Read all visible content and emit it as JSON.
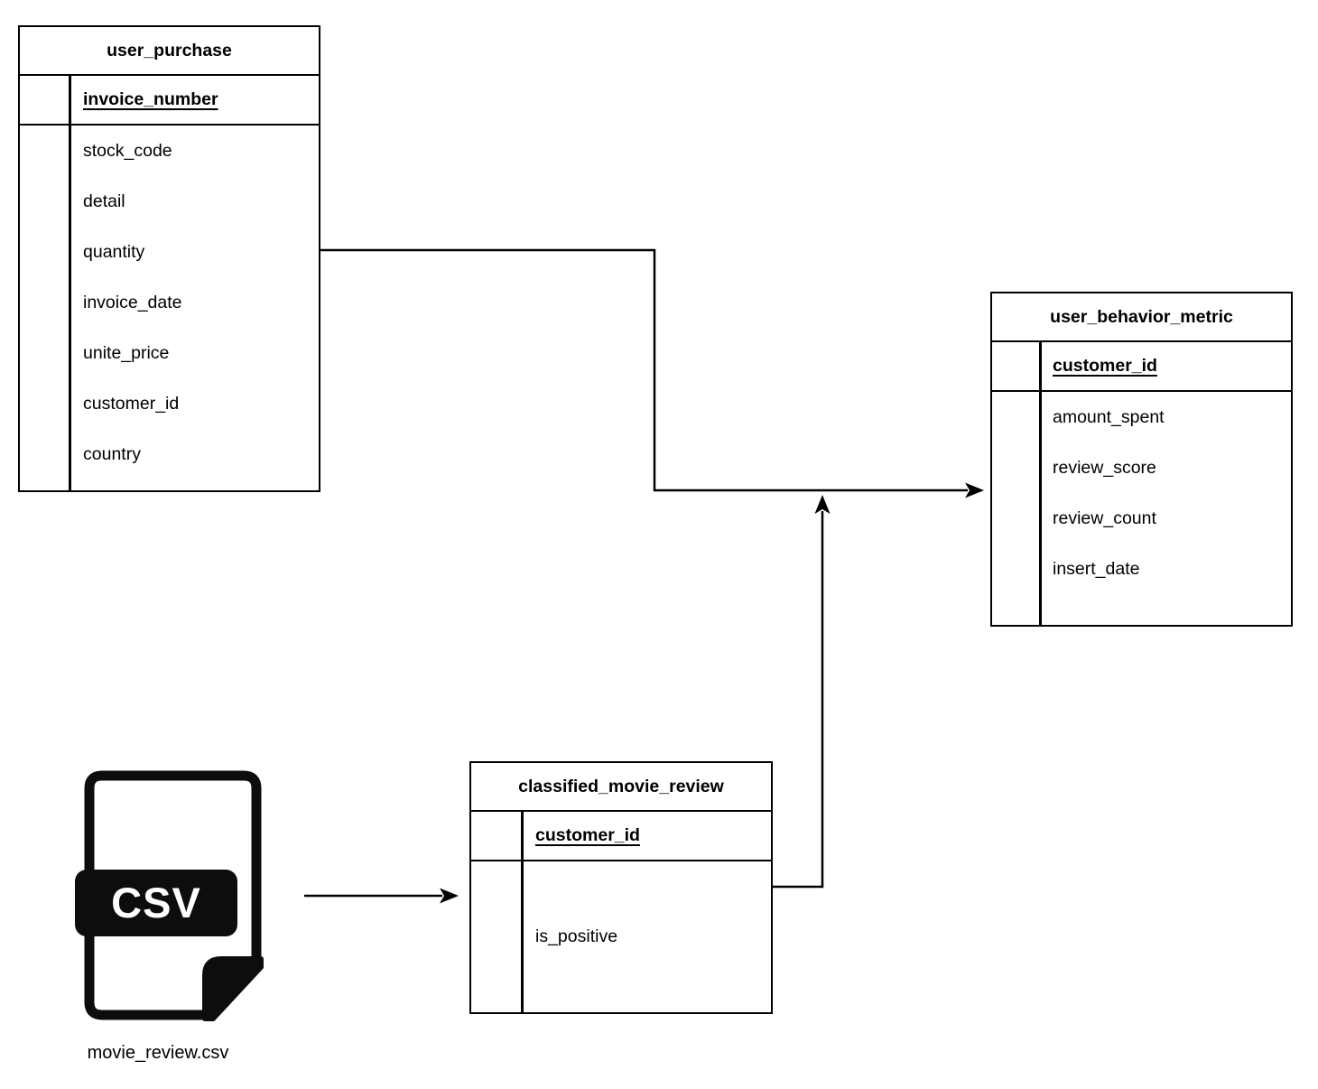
{
  "diagram": {
    "tables": [
      {
        "title": "user_purchase",
        "primary_key": "invoice_number",
        "fields": [
          "stock_code",
          "detail",
          "quantity",
          "invoice_date",
          "unite_price",
          "customer_id",
          "country"
        ]
      },
      {
        "title": "user_behavior_metric",
        "primary_key": "customer_id",
        "fields": [
          "amount_spent",
          "review_score",
          "review_count",
          "insert_date"
        ]
      },
      {
        "title": "classified_movie_review",
        "primary_key": "customer_id",
        "fields": [
          "is_positive"
        ]
      }
    ],
    "file": {
      "badge": "CSV",
      "label": "movie_review.csv"
    },
    "connections": [
      {
        "from": "user_purchase",
        "to": "user_behavior_metric",
        "style": "orthogonal-arrow"
      },
      {
        "from": "classified_movie_review",
        "to": "user_behavior_metric",
        "style": "orthogonal-arrow"
      },
      {
        "from": "movie_review.csv",
        "to": "classified_movie_review",
        "style": "straight-arrow"
      }
    ],
    "colors": {
      "line": "#000000",
      "text": "#000000",
      "background": "#ffffff",
      "shape_fill": "#ffffff",
      "file_icon": "#0d0d0d",
      "badge_text": "#ffffff"
    }
  }
}
